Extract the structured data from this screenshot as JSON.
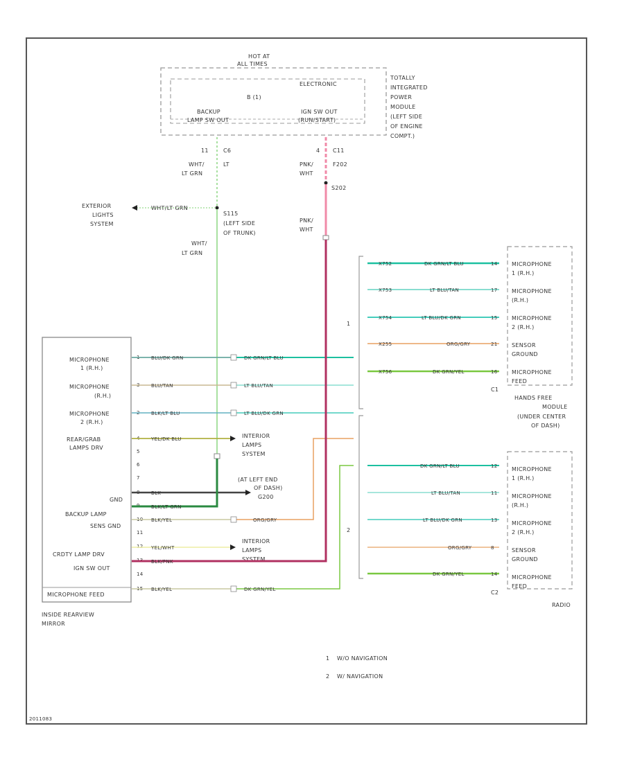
{
  "colors": {
    "wht_lt_grn": "#a8e0a0",
    "pnk_wht": "#f08aa8",
    "blk_wht": "#d6d6d6",
    "dk_grn_lt_blu": "#1cc0a0",
    "lt_blu_yel": "#88ddd0",
    "lt_blu_dk_grn": "#44ccbb",
    "org_gry": "#e8a060",
    "dk_grn_yel": "#7ac840",
    "yel_blu": "#e8e090",
    "blk": "#444444",
    "blk_lt_grn": "#2a8a40",
    "blk_yel": "#c8c8a0",
    "yel_wht": "#f0f0b0",
    "blk_pnk": "#b03060",
    "blu_yel": "#aaaaaa",
    "frame": "#555555",
    "label": "#333333"
  },
  "tipm": {
    "hot_label_1": "HOT AT",
    "hot_label_2": "ALL TIMES",
    "electronic": "ELECTRONIC",
    "fuse": "B (1)",
    "backup_1": "BACKUP",
    "backup_2": "LAMP SW OUT",
    "ign_1": "IGN SW OUT",
    "ign_2": "(RUN/START)",
    "desc": [
      "TOTALLY",
      "INTEGRATED",
      "POWER",
      "MODULE",
      "(LEFT SIDE",
      "OF ENGINE",
      "COMPT.)"
    ]
  },
  "wires_top": {
    "pin_left": "11",
    "conn_left": "C6",
    "pin_right": "4",
    "conn_right": "C11",
    "left_color_1": "WHT/",
    "left_color_2": "LT GRN",
    "left_color_suffix": "LT",
    "right_color_1": "PNK/",
    "right_color_2": "WHT",
    "right_num": "F202",
    "splice_right": "S202",
    "splice_left_1": "S115",
    "splice_left_2": "(LEFT SIDE",
    "splice_left_3": "OF TRUNK)",
    "ext_lights_1": "EXTERIOR",
    "ext_lights_2": "LIGHTS",
    "ext_lights_3": "SYSTEM",
    "ext_wire": "WHT/LT GRN",
    "pnk_lower_1": "PNK/",
    "pnk_lower_2": "WHT",
    "lt_lower_1": "WHT/",
    "lt_lower_2": "LT GRN"
  },
  "mirror": {
    "labels": [
      "MICROPHONE",
      "1 (R.H.)",
      "MICROPHONE",
      "(R.H.)",
      "MICROPHONE",
      "2 (R.H.)",
      "REAR/GRAB",
      "LAMPS DRV",
      "GND",
      "BACKUP LAMP",
      "SENS GND",
      "CRDTY LAMP DRV",
      "IGN SW OUT",
      "MICROPHONE FEED"
    ],
    "pins": [
      "1",
      "3",
      "2",
      "4",
      "5",
      "6",
      "7",
      "8",
      "9",
      "10",
      "11",
      "12",
      "13",
      "14",
      "15"
    ],
    "wire_codes": [
      "BLU/DK GRN",
      "BLU/TAN",
      "BLK/LT BLU",
      "YEL/DK BLU",
      "BLK",
      "BLK/LT GRN",
      "BLK/YEL",
      "YEL/WHT",
      "BLK/PNK",
      "BLK/YEL"
    ],
    "name_1": "INSIDE REARVIEW",
    "name_2": "MIRROR"
  },
  "wire_labels": {
    "dk_grn_lt_blu": "DK GRN/LT BLU",
    "lt_blu_tan": "LT BLU/TAN",
    "lt_blu_dk_grn": "LT BLU/DK GRN",
    "org_gry": "ORG/GRY",
    "dk_grn_yel": "DK GRN/YEL",
    "int_lamps_1": "INTERIOR",
    "int_lamps_2": "LAMPS",
    "int_lamps_3": "SYSTEM",
    "left_end_1": "(AT LEFT END",
    "left_end_2": "OF DASH)",
    "left_end_3": "G200",
    "group_1": "1",
    "group_2": "2"
  },
  "hfm": {
    "labels": [
      "MICROPHONE",
      "1 (R.H.)",
      "MICROPHONE",
      "(R.H.)",
      "MICROPHONE",
      "2 (R.H.)",
      "SENSOR",
      "GROUND",
      "MICROPHONE",
      "FEED"
    ],
    "codes": [
      "X752",
      "X753",
      "X754",
      "X255",
      "X756"
    ],
    "wires": [
      "DK GRN/LT BLU",
      "LT BLU/TAN",
      "LT BLU/DK GRN",
      "ORG/GRY",
      "DK GRN/YEL"
    ],
    "pins": [
      "14",
      "17",
      "15",
      "21",
      "16"
    ],
    "conn": "C1",
    "name": [
      "HANDS FREE",
      "MODULE",
      "(UNDER CENTER",
      "OF DASH)"
    ]
  },
  "radio": {
    "labels": [
      "MICROPHONE",
      "1 (R.H.)",
      "MICROPHONE",
      "(R.H.)",
      "MICROPHONE",
      "2 (R.H.)",
      "SENSOR",
      "GROUND",
      "MICROPHONE",
      "FEED"
    ],
    "wires": [
      "DK GRN/LT BLU",
      "LT BLU/TAN",
      "LT BLU/DK GRN",
      "ORG/GRY",
      "DK GRN/YEL"
    ],
    "pins": [
      "12",
      "11",
      "13",
      "8",
      "14"
    ],
    "conn": "C2",
    "name": "RADIO"
  },
  "legend": {
    "n1": "1",
    "t1": "W/O NAVIGATION",
    "n2": "2",
    "t2": "W/ NAVIGATION"
  },
  "footer_code": "2011083"
}
